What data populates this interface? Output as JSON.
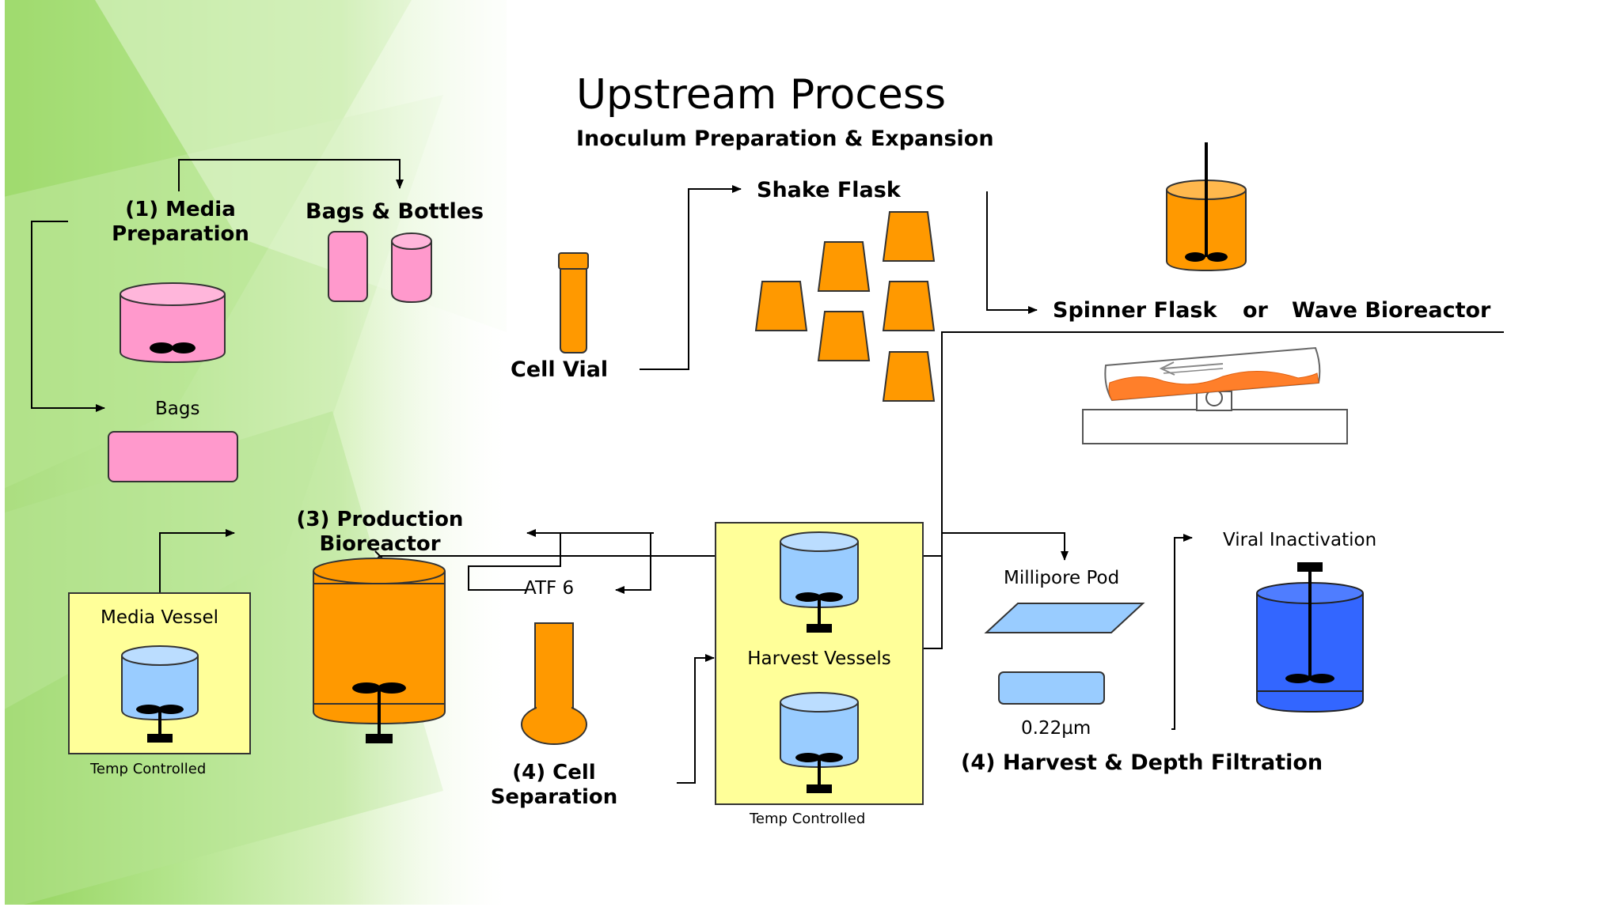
{
  "slide": {
    "title": "Upstream Process",
    "subtitle": "Inoculum Preparation & Expansion"
  },
  "labels": {
    "media_prep_line1": "(1) Media",
    "media_prep_line2": "Preparation",
    "bags_bottles": "Bags & Bottles",
    "bags": "Bags",
    "cell_vial": "Cell Vial",
    "shake_flask": "Shake Flask",
    "spinner_flask": "Spinner Flask",
    "or": "or",
    "wave_bioreactor": "Wave Bioreactor",
    "production_line1": "(3) Production",
    "production_line2": "Bioreactor",
    "media_vessel": "Media Vessel",
    "temp_controlled_left": "Temp Controlled",
    "atf6": "ATF 6",
    "cell_sep_line1": "(4) Cell",
    "cell_sep_line2": "Separation",
    "harvest_vessels": "Harvest Vessels",
    "temp_controlled_center": "Temp Controlled",
    "millipore_pod": "Millipore Pod",
    "filter_size": "0.22µm",
    "harvest_depth": "(4) Harvest & Depth Filtration",
    "viral_inactivation": "Viral Inactivation"
  },
  "colors": {
    "orange": "#FF9900",
    "pink": "#FF99CC",
    "light_blue": "#99CCFF",
    "blue": "#3366FF",
    "pale_yellow": "#FFFF99",
    "green_bg": "#A8DC7A"
  }
}
